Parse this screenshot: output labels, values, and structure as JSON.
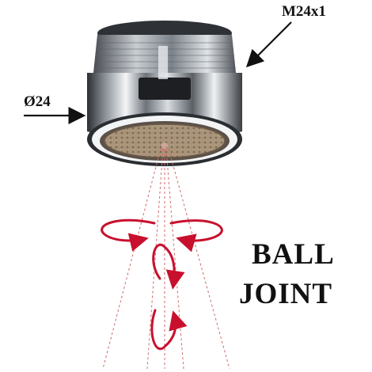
{
  "labels": {
    "thread": "M24x1",
    "diameter": "Ø24",
    "title_line1": "BALL",
    "title_line2": "JOINT"
  },
  "colors": {
    "text": "#111111",
    "arrow_red": "#c8102e",
    "chrome_dark": "#3a3d42",
    "chrome_light": "#e9ecef",
    "mesh": "#b8a48a"
  },
  "icons": {
    "product": "faucet-aerator",
    "rotation_arrows": "rotation-arrow-icon"
  }
}
